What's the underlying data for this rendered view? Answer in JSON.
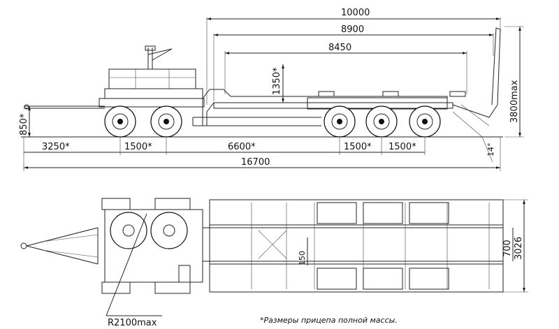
{
  "side_view": {
    "dims": {
      "total_top": "10000",
      "platform_outer": "8900",
      "platform_inner": "8450",
      "deck_height": "1350*",
      "max_height": "3800max",
      "hitch_height": "850*",
      "front_overhang": "3250*",
      "front_axle_spacing": "1500*",
      "wheelbase": "6600*",
      "rear_axle_spacing_1": "1500*",
      "rear_axle_spacing_2": "1500*",
      "overall_length": "16700",
      "ramp_angle": "14°"
    }
  },
  "top_view": {
    "dims": {
      "inner_width": "700",
      "overall_width": "3026",
      "beam_offset": "150",
      "turn_radius": "R2100max"
    }
  },
  "footnote": "*Размеры прицепа полной массы."
}
